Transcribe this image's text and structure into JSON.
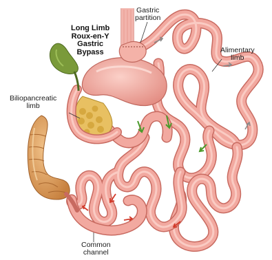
{
  "diagram": {
    "title_lines": [
      "Long Limb",
      "Roux-en-Y",
      "Gastric",
      "Bypass"
    ],
    "labels": {
      "gastric_partition": [
        "Gastric",
        "partition"
      ],
      "alimentary_limb": [
        "Alimentary",
        "limb"
      ],
      "biliopancreatic_limb": [
        "Biliopancreatic",
        "limb"
      ],
      "common_channel": [
        "Common",
        "channel"
      ]
    },
    "colors": {
      "intestine": "#f2a9a0",
      "intestine_dark": "#c86a60",
      "intestine_highlight": "#fbd3cc",
      "stomach": "#ef9f96",
      "gallbladder": "#7a9a3a",
      "pancreas": "#d9b44a",
      "colon": "#d9924e",
      "arrow_green": "#4a9a2a",
      "arrow_red": "#d23a2a",
      "arrow_gray": "#8a8a8a"
    }
  }
}
